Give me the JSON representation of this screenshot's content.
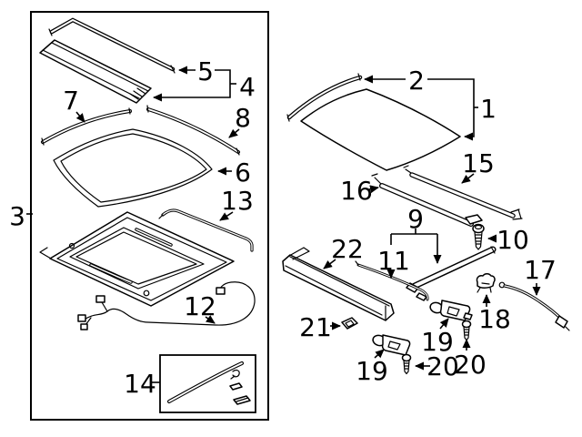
{
  "page": {
    "background": "#ffffff",
    "line_color": "#000000",
    "text_color": "#000000",
    "description_labels_visible": "numeric part callouts only"
  },
  "labels": {
    "n1": "1",
    "n2": "2",
    "n3": "3",
    "n4": "4",
    "n5": "5",
    "n6": "6",
    "n7": "7",
    "n8": "8",
    "n9": "9",
    "n10": "10",
    "n11": "11",
    "n12": "12",
    "n13": "13",
    "n14": "14",
    "n15": "15",
    "n16": "16",
    "n17": "17",
    "n18": "18",
    "n19": "19",
    "n20": "20",
    "n21": "21",
    "n22": "22"
  }
}
